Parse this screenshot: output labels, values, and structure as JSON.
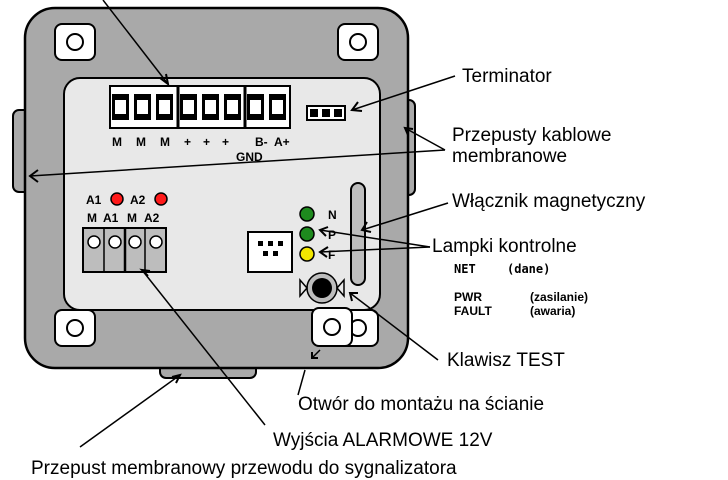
{
  "labels": {
    "terminator": "Terminator",
    "cable_glands_line1": "Przepusty kablowe",
    "cable_glands_line2": "membranowe",
    "magnetic_switch": "Włącznik magnetyczny",
    "indicator_lamps": "Lampki kontrolne",
    "net_code": "NET",
    "net_desc": "(dane)",
    "pwr_code": "PWR",
    "pwr_desc": "(zasilanie)",
    "fault_code": "FAULT",
    "fault_desc": "(awaria)",
    "test_key": "Klawisz TEST",
    "wall_mount_hole": "Otwór do montażu na ścianie",
    "alarm_outputs": "Wyjścia ALARMOWE 12V",
    "signaller_gland": "Przepust membranowy przewodu do sygnalizatora"
  },
  "terminal_block": {
    "pins": [
      "M",
      "M",
      "M",
      "+",
      "+",
      "+",
      "B-",
      "A+"
    ],
    "gnd_label": "GND"
  },
  "alarm_block": {
    "led_labels": [
      "A1",
      "A2"
    ],
    "pins": [
      "M",
      "A1",
      "M",
      "A2"
    ]
  },
  "leds": {
    "letters": [
      "N",
      "P",
      "F"
    ],
    "colors": [
      "#1e8a1e",
      "#1e8a1e",
      "#f2e600"
    ]
  },
  "colors": {
    "housing": "#a9a9a9",
    "panel": "#e8e8e8",
    "alarm_led": "#ff1a1a",
    "connector": "#bdbdbd"
  }
}
